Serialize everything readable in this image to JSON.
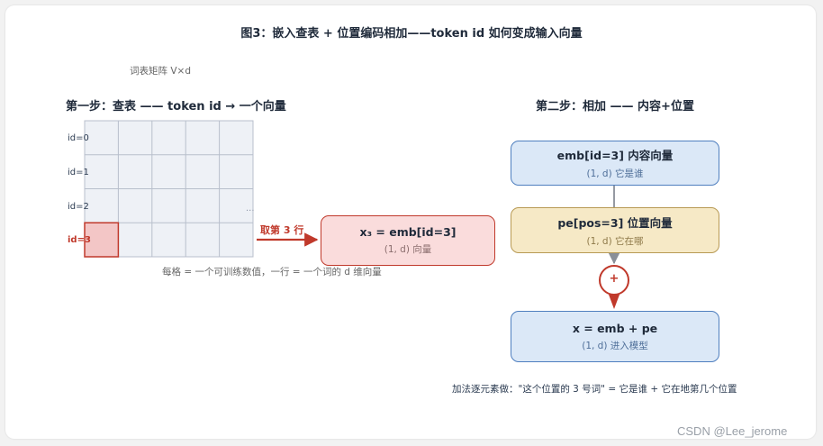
{
  "title": "图3：嵌入查表 + 位置编码相加——token id 如何变成输入向量",
  "matrix_caption": "词表矩阵 V×d",
  "step1": {
    "label": "第一步：查表 —— token id → 一个向量",
    "row_labels": [
      "id=0",
      "id=1",
      "id=2",
      "id=3"
    ],
    "ellipsis": "...",
    "footnote": "每格 = 一个可训练数值，一行 = 一个词的 d 维向量",
    "arrow_label": "取第 3 行",
    "result_box": {
      "main": "x₃ = emb[id=3]",
      "sub": "(1, d) 向量"
    }
  },
  "step2": {
    "label": "第二步：相加 —— 内容+位置",
    "emb_box": {
      "main": "emb[id=3] 内容向量",
      "sub": "(1, d) 它是谁"
    },
    "pe_box": {
      "main": "pe[pos=3] 位置向量",
      "sub": "(1, d) 它在哪"
    },
    "plus_symbol": "+",
    "sum_box": {
      "main": "x = emb + pe",
      "sub": "(1, d) 进入模型"
    },
    "footnote": "加法逐元素做：\"这个位置的 3 号词\" = 它是谁 + 它在地第几个位置"
  },
  "watermark": "CSDN @Lee_jerome",
  "colors": {
    "grid_fill": "#eef1f6",
    "grid_line": "#b8bfcc",
    "highlight_fill": "#f3c6c6",
    "highlight_stroke": "#c0392b",
    "red": "#c0392b",
    "blue_fill": "#dbe8f7",
    "blue_stroke": "#4f7fbf",
    "tan_fill": "#f6e9c6",
    "tan_stroke": "#b89a55",
    "pink_fill": "#fadcdc"
  }
}
